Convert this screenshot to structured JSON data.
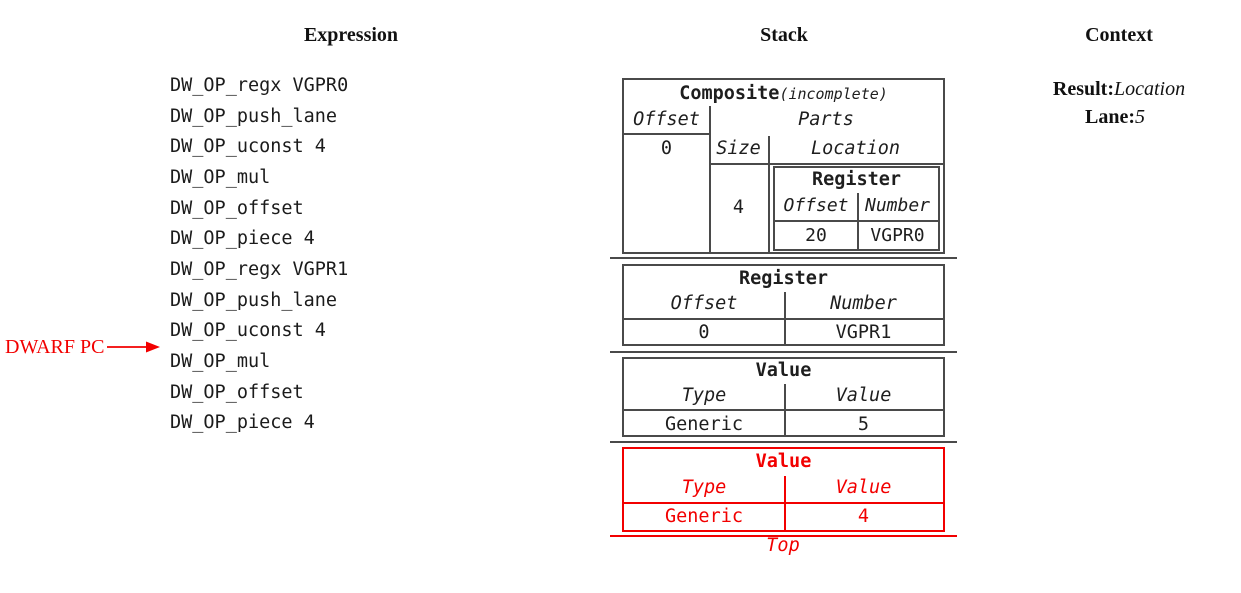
{
  "headers": {
    "expression": "Expression",
    "stack": "Stack",
    "context": "Context"
  },
  "expression": {
    "items": [
      "DW_OP_regx VGPR0",
      "DW_OP_push_lane",
      "DW_OP_uconst 4",
      "DW_OP_mul",
      "DW_OP_offset",
      "DW_OP_piece 4",
      "DW_OP_regx VGPR1",
      "DW_OP_push_lane",
      "DW_OP_uconst 4",
      "DW_OP_mul",
      "DW_OP_offset",
      "DW_OP_piece 4"
    ],
    "pc_label": "DWARF PC"
  },
  "stack": {
    "composite": {
      "title": "Composite",
      "subtitle": "(incomplete)",
      "offset_header": "Offset",
      "parts_header": "Parts",
      "offset_value": "0",
      "size_header": "Size",
      "location_header": "Location",
      "size_value": "4",
      "register": {
        "title": "Register",
        "offset_header": "Offset",
        "number_header": "Number",
        "offset_value": "20",
        "number_value": "VGPR0"
      }
    },
    "register": {
      "title": "Register",
      "offset_header": "Offset",
      "number_header": "Number",
      "offset_value": "0",
      "number_value": "VGPR1"
    },
    "value_entry": {
      "title": "Value",
      "type_header": "Type",
      "value_header": "Value",
      "type_value": "Generic",
      "value_value": "5"
    },
    "value_entry_top": {
      "title": "Value",
      "type_header": "Type",
      "value_header": "Value",
      "type_value": "Generic",
      "value_value": "4"
    },
    "top_label": "Top"
  },
  "context": {
    "result_label": "Result:",
    "result_value": "Location",
    "lane_label": "Lane:",
    "lane_value": "5"
  },
  "colors": {
    "accent_red": "#f20000",
    "box_border": "#4a4a4a",
    "text": "#1e1e1e"
  }
}
